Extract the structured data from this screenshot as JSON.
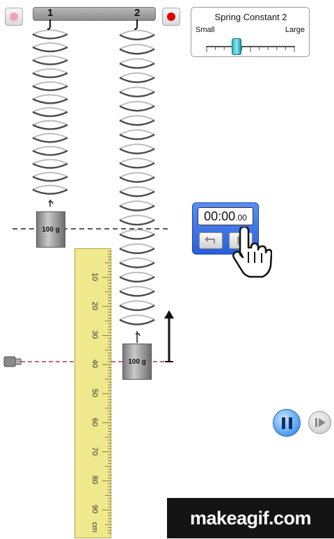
{
  "springs": {
    "label_1": "1",
    "label_2": "2",
    "mass_1_label": "100 g",
    "mass_2_label": "100 g"
  },
  "controls": {
    "left_button_color": "#f2a0b4",
    "right_button_color": "#e00000"
  },
  "spring_constant": {
    "title": "Spring Constant 2",
    "min_label": "Small",
    "max_label": "Large",
    "value_fraction": 0.34
  },
  "ruler": {
    "marks": [
      "10",
      "20",
      "30",
      "40",
      "50",
      "60",
      "70",
      "80",
      "90"
    ],
    "unit": "cm",
    "color": "#efe88c"
  },
  "stopwatch": {
    "time_main": "00:00",
    "time_fraction": ".00"
  },
  "colors": {
    "reference_line": "#b03050",
    "equilibrium_line": "#222222"
  },
  "watermark": {
    "text": "makeagif.com"
  }
}
